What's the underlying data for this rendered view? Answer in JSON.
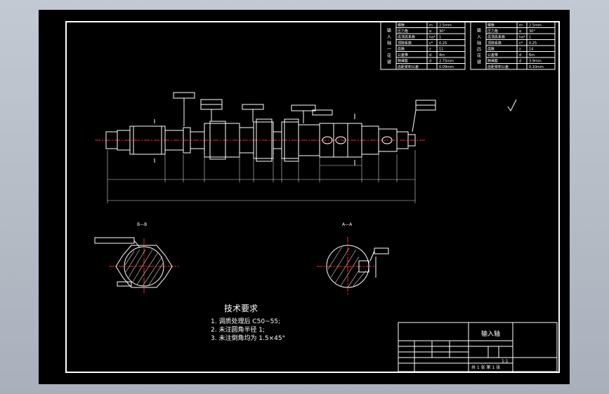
{
  "colors": {
    "background": "#000000",
    "lines": "#ffffff",
    "centerlines": "#ff2020",
    "window": "#b5bcc6"
  },
  "views": {
    "section_b": "B—B",
    "section_a": "A—A"
  },
  "tech": {
    "title": "技术要求",
    "items": [
      "1. 调质处理后 C50~55;",
      "2. 未注圆角半径 1;",
      "3. 未注倒角均为 1.5×45°"
    ]
  },
  "title_block": {
    "part_name": "输入轴",
    "scale": "1:1",
    "sheet": "共 1 张  第 1 张"
  },
  "spline_tables": {
    "left": {
      "label": "输入轴一花键",
      "rows": [
        [
          "模数",
          "m",
          "2.5mm"
        ],
        [
          "压力角",
          "α",
          "30°"
        ],
        [
          "齿顶高系数",
          "ha*",
          "1"
        ],
        [
          "顶隙系数",
          "c*",
          "0.25"
        ],
        [
          "齿数",
          "z",
          "11"
        ],
        [
          "公差带",
          "d",
          "4m"
        ],
        [
          "跨棒距",
          "d",
          "2.75mm"
        ],
        [
          "齿距累积公差",
          "",
          "0.09mm"
        ]
      ]
    },
    "right": {
      "label": "输入轴四花键",
      "rows": [
        [
          "模数",
          "m",
          "2.5mm"
        ],
        [
          "压力角",
          "α",
          "30°"
        ],
        [
          "齿顶高系数",
          "ha*",
          "1"
        ],
        [
          "顶隙系数",
          "c*",
          "0.25"
        ],
        [
          "齿数",
          "z",
          "14"
        ],
        [
          "公差带",
          "d",
          "6m"
        ],
        [
          "跨棒距",
          "d",
          "3.9mm"
        ],
        [
          "齿距累积公差",
          "",
          "0.10mm"
        ]
      ]
    }
  }
}
